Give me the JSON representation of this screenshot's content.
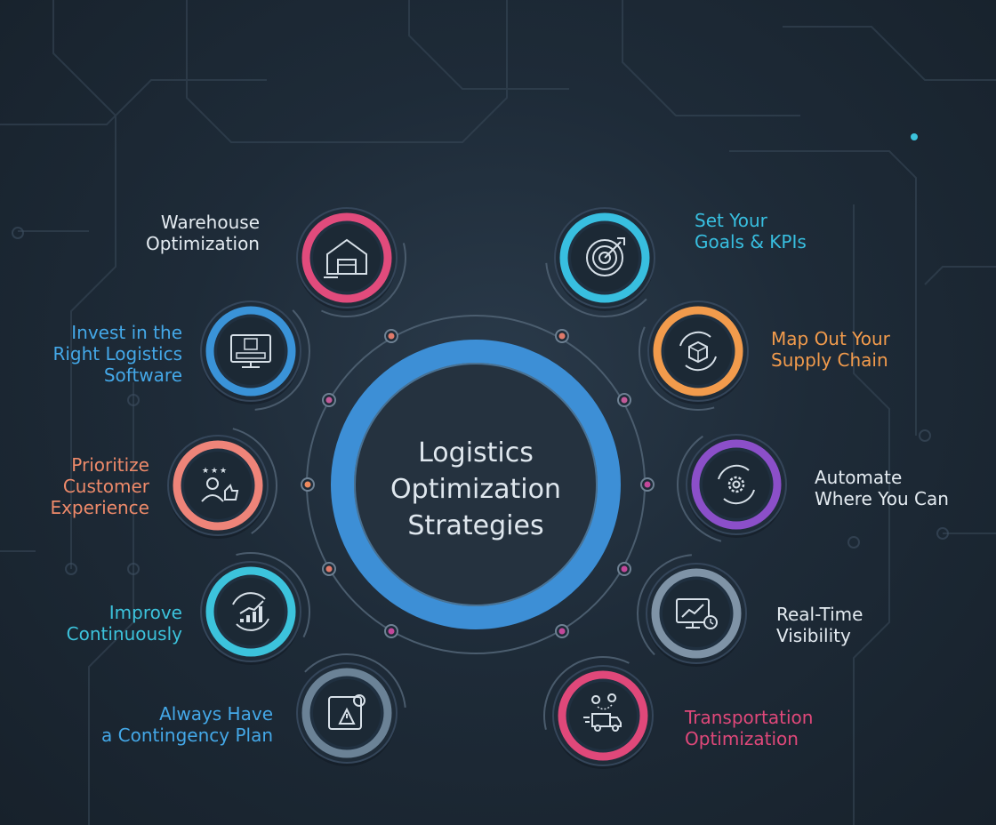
{
  "title": [
    "Logistics",
    "Optimization",
    "Strategies"
  ],
  "colors": {
    "background": "#1e2b38",
    "center_ring": "#3d8fd6",
    "pink": "#e14b7c",
    "blue": "#3a93d8",
    "coral": "#ee8479",
    "cyan": "#3cc3dc",
    "slate": "#6b8296",
    "teal": "#38bfe0",
    "orange": "#f29b4c",
    "purple": "#8b4fc9",
    "gray_blue": "#7f93a6",
    "magenta": "#e0487a",
    "text_light": "#e4ebf1"
  },
  "strategies": [
    {
      "name": "warehouse",
      "lines": [
        "Warehouse",
        "Optimization"
      ],
      "color": "#e14b7c",
      "label_color": "#e4ebf1",
      "icon": "warehouse-icon"
    },
    {
      "name": "software",
      "lines": [
        "Invest in the",
        "Right Logistics",
        "Software"
      ],
      "color": "#3a93d8",
      "label_color": "#44a8e8",
      "icon": "computer-software-icon"
    },
    {
      "name": "customer",
      "lines": [
        "Prioritize",
        "Customer",
        "Experience"
      ],
      "color": "#ee8479",
      "label_color": "#ee8a6a",
      "icon": "customer-rating-icon"
    },
    {
      "name": "improve",
      "lines": [
        "Improve",
        "Continuously"
      ],
      "color": "#3cc3dc",
      "label_color": "#3cc3dc",
      "icon": "growth-chart-icon"
    },
    {
      "name": "contingency",
      "lines": [
        "Always Have",
        "a Contingency Plan"
      ],
      "color": "#6b8296",
      "label_color": "#44a8e8",
      "icon": "contingency-plan-icon"
    },
    {
      "name": "goals",
      "lines": [
        "Set Your",
        "Goals & KPIs"
      ],
      "color": "#38bfe0",
      "label_color": "#38bfe0",
      "icon": "target-icon"
    },
    {
      "name": "supply-chain",
      "lines": [
        "Map Out Your",
        "Supply Chain"
      ],
      "color": "#f29b4c",
      "label_color": "#f29b4c",
      "icon": "package-cycle-icon"
    },
    {
      "name": "automate",
      "lines": [
        "Automate",
        "Where You Can"
      ],
      "color": "#8b4fc9",
      "label_color": "#e4ebf1",
      "icon": "gear-cycle-icon"
    },
    {
      "name": "visibility",
      "lines": [
        "Real-Time",
        "Visibility"
      ],
      "color": "#7f93a6",
      "label_color": "#e4ebf1",
      "icon": "monitor-clock-icon"
    },
    {
      "name": "transportation",
      "lines": [
        "Transportation",
        "Optimization"
      ],
      "color": "#e0487a",
      "label_color": "#e0487a",
      "icon": "delivery-truck-icon"
    }
  ]
}
